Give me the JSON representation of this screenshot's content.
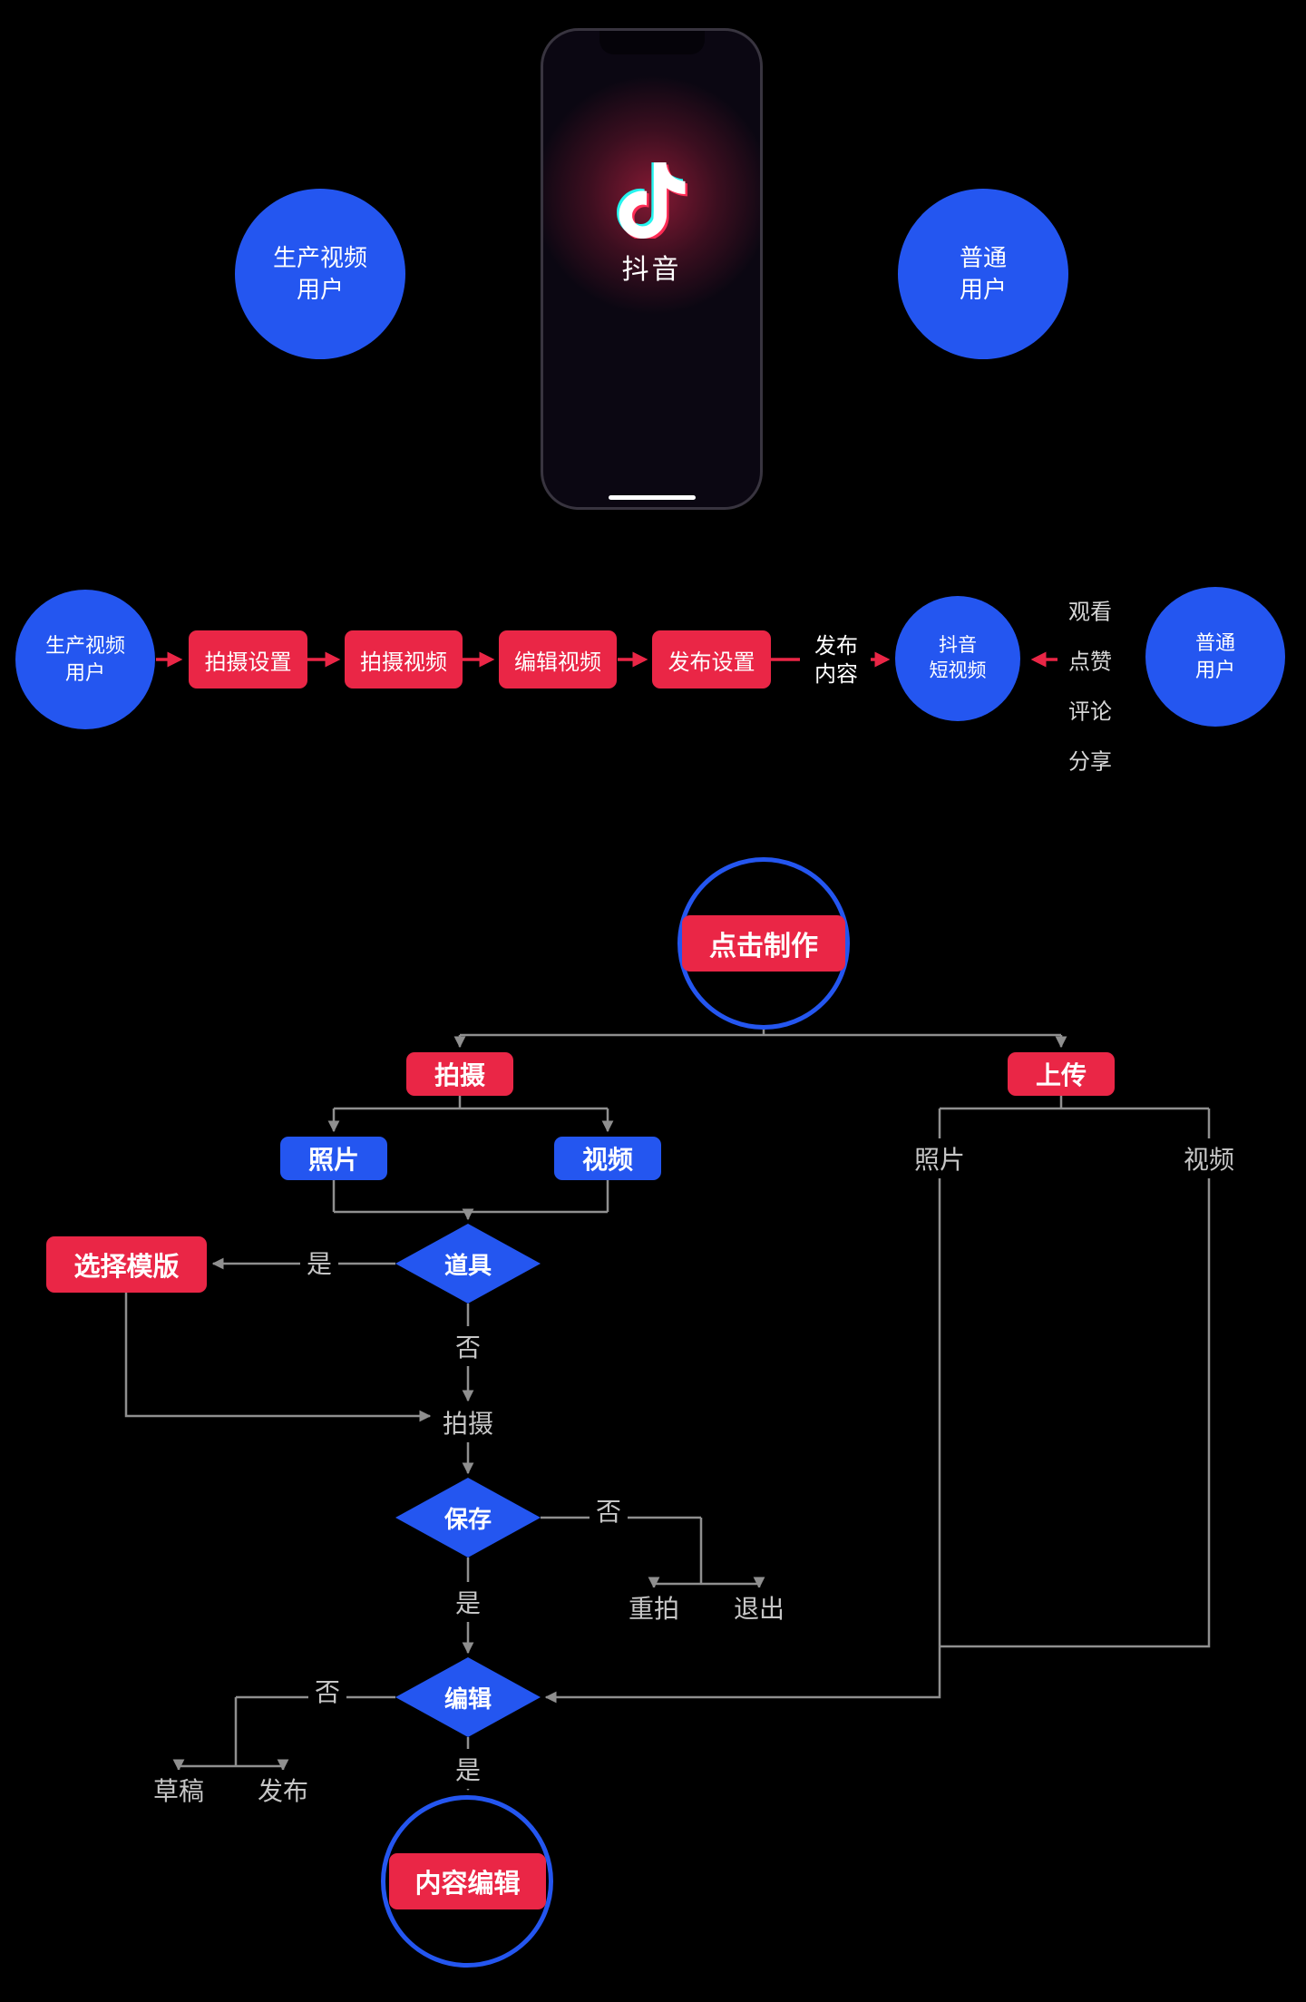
{
  "colors": {
    "background": "#000000",
    "blue": "#2456f0",
    "red": "#ea2646",
    "line": "#8f8f8f",
    "label_text": "#c6c6c6",
    "logo_cyan": "#25f4ee",
    "logo_red": "#fe2c55"
  },
  "top": {
    "producer_circle": {
      "line1": "生产视频",
      "line2": "用户"
    },
    "ordinary_circle": {
      "line1": "普通",
      "line2": "用户"
    },
    "phone": {
      "app_name": "抖音"
    }
  },
  "pipeline": {
    "producer": {
      "line1": "生产视频",
      "line2": "用户"
    },
    "steps": [
      {
        "label": "拍摄设置"
      },
      {
        "label": "拍摄视频"
      },
      {
        "label": "编辑视频"
      },
      {
        "label": "发布设置"
      }
    ],
    "publish": {
      "line1": "发布",
      "line2": "内容"
    },
    "douyin": {
      "line1": "抖音",
      "line2": "短视频"
    },
    "actions": [
      "观看",
      "点赞",
      "评论",
      "分享"
    ],
    "consumer": {
      "line1": "普通",
      "line2": "用户"
    }
  },
  "flowchart": {
    "start": "点击制作",
    "shoot": "拍摄",
    "upload": "上传",
    "shoot_photo": "照片",
    "shoot_video": "视频",
    "upload_photo": "照片",
    "upload_video": "视频",
    "props": "道具",
    "choose_template": "选择模版",
    "yes1": "是",
    "no1": "否",
    "capture": "拍摄",
    "save": "保存",
    "no2": "否",
    "retake": "重拍",
    "exit": "退出",
    "yes2": "是",
    "edit": "编辑",
    "no3": "否",
    "draft": "草稿",
    "publish": "发布",
    "yes3": "是",
    "content_edit": "内容编辑"
  }
}
